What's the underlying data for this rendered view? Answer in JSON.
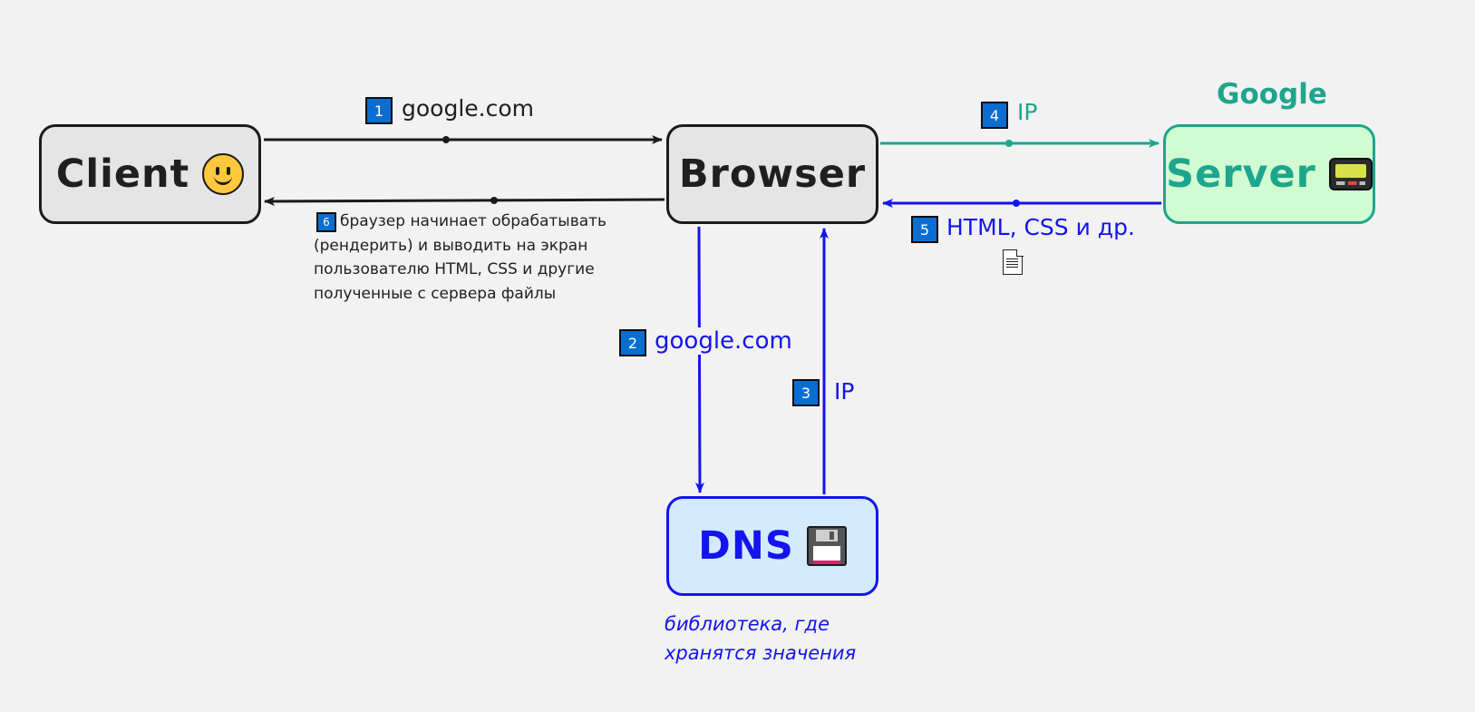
{
  "nodes": {
    "client": {
      "label": "Client",
      "icon": "smiley-icon"
    },
    "browser": {
      "label": "Browser"
    },
    "server": {
      "label": "Server",
      "icon": "pager-icon",
      "group": "Google"
    },
    "dns": {
      "label": "DNS",
      "icon": "floppy-disk-icon",
      "note": [
        "библиотека, где",
        "хранятся значения"
      ]
    }
  },
  "steps": [
    {
      "num": "1",
      "text": "google.com",
      "color": "#1f1f1f"
    },
    {
      "num": "2",
      "text": "google.com",
      "color": "#1414ee"
    },
    {
      "num": "3",
      "text": "IP",
      "color": "#1414ee"
    },
    {
      "num": "4",
      "text": "IP",
      "color": "#1ea58d"
    },
    {
      "num": "5",
      "text": "HTML, CSS и др.",
      "color": "#1414ee",
      "icon": "document-icon"
    },
    {
      "num": "6",
      "color": "#1f1f1f",
      "lines": [
        "браузер начинает обрабатывать",
        "(рендерить) и выводить на экран",
        "пользователю HTML, CSS и другие",
        "полученные с сервера файлы"
      ]
    }
  ],
  "colors": {
    "black": "#1b1b1b",
    "green": "#1ea58d",
    "blue": "#1414ee",
    "badge": "#0a6ed1"
  }
}
